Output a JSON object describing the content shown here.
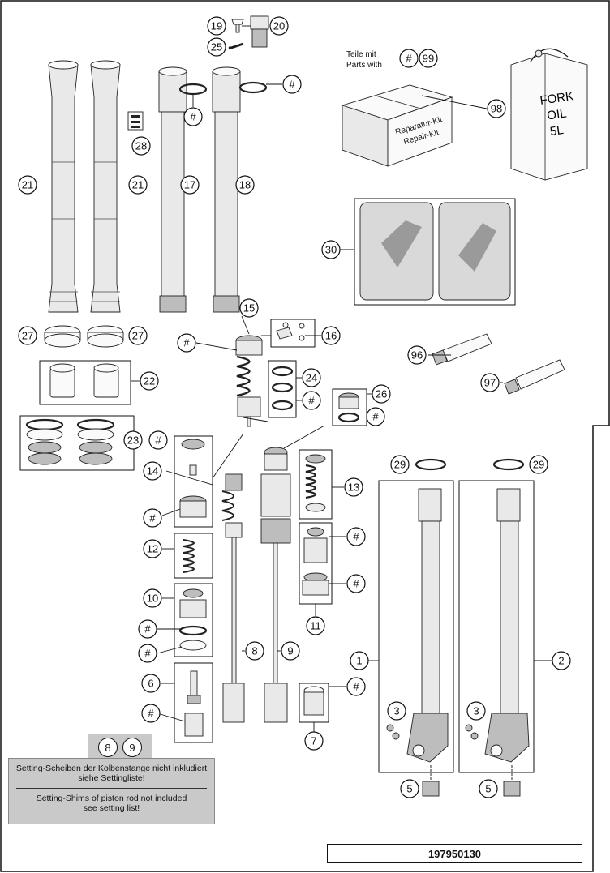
{
  "drawing_number": "197950130",
  "kit_note": {
    "line_de": "Teile mit",
    "line_en": "Parts with",
    "ref_a": "#",
    "ref_b": "99",
    "box_label_1": "Reparatur-Kit",
    "box_label_2": "Repair-Kit"
  },
  "oil_can": {
    "part_no": "98",
    "label_1": "FORK",
    "label_2": "OIL",
    "label_3": "5L"
  },
  "setting_note": {
    "refs": [
      "8",
      "9"
    ],
    "de_line_1": "Setting-Scheiben der Kolbenstange nicht inkludiert",
    "de_line_2": "siehe Settingliste!",
    "en_line_1": "Setting-Shims of piston rod not included",
    "en_line_2": "see setting list!"
  },
  "callouts": {
    "c1": "1",
    "c2": "2",
    "c3a": "3",
    "c3b": "3",
    "c5a": "5",
    "c5b": "5",
    "c6": "6",
    "c7": "7",
    "c8": "8",
    "c9": "9",
    "c10": "10",
    "c11": "11",
    "c12": "12",
    "c13": "13",
    "c14": "14",
    "c15": "15",
    "c16": "16",
    "c17": "17",
    "c18": "18",
    "c19": "19",
    "c20": "20",
    "c21a": "21",
    "c21b": "21",
    "c22": "22",
    "c23": "23",
    "c24": "24",
    "c25": "25",
    "c26": "26",
    "c27a": "27",
    "c27b": "27",
    "c28": "28",
    "c29a": "29",
    "c29b": "29",
    "c30": "30",
    "c96": "96",
    "c97": "97",
    "hash": "#"
  }
}
